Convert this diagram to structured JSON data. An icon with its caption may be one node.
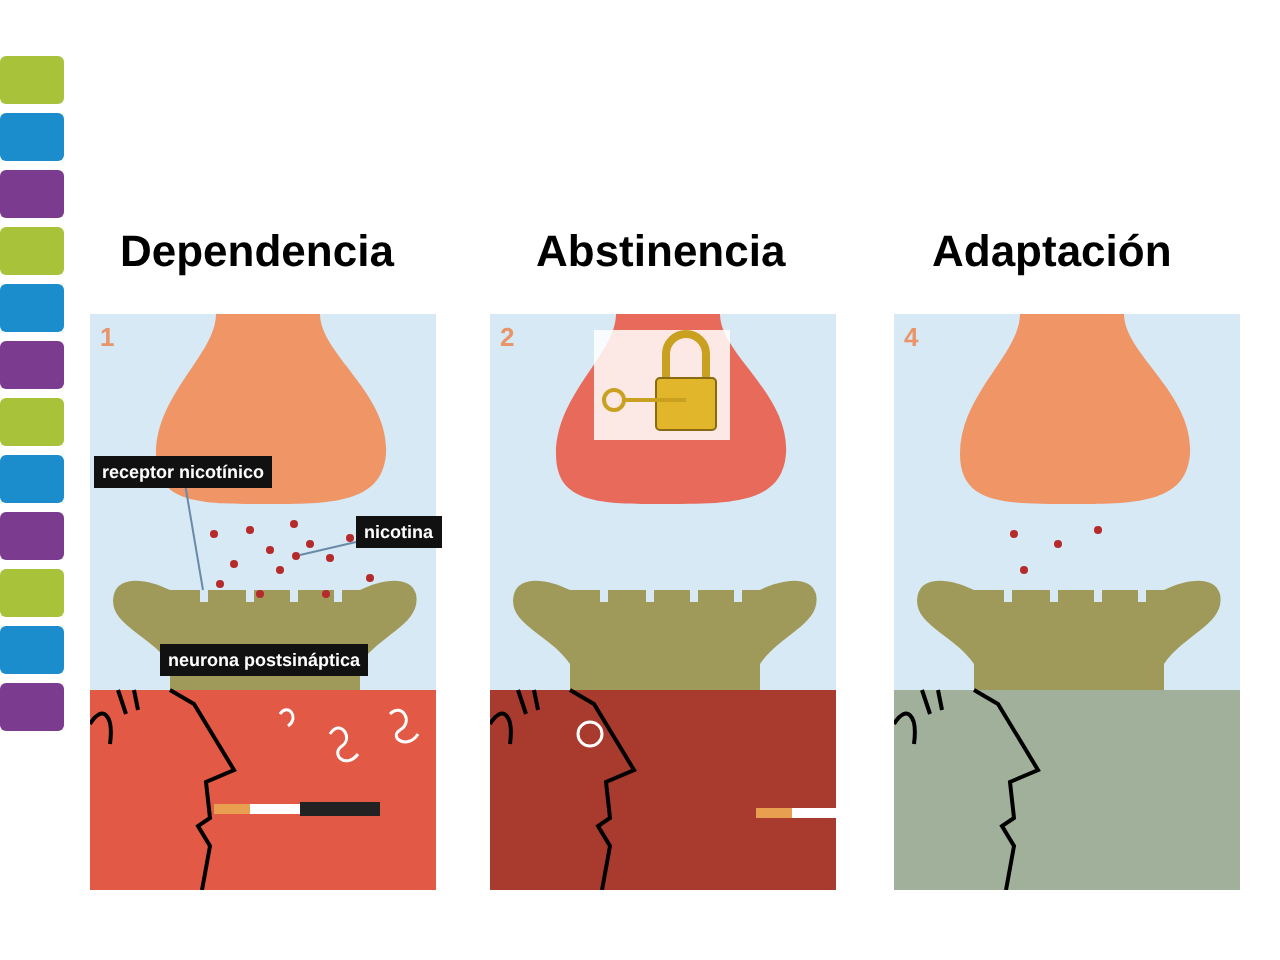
{
  "diagram": {
    "nodes": [
      {
        "text": [
          "receptor nicotínico"
        ]
      },
      {
        "text": [],
        "shape": "box"
      },
      {
        "text": [
          "nicotina"
        ]
      },
      {
        "text": [],
        "shape": "circle"
      },
      {
        "text": [
          "neurona postsináptica"
        ]
      }
    ],
    "edges": [
      {
        "from": 0,
        "to": 1,
        "arrow": "none"
      },
      {
        "from": 2,
        "to": 3,
        "arrow": "none"
      }
    ],
    "labels": [
      "Dependencia",
      "Abstinencia",
      "Adaptación",
      "1",
      "2",
      "4"
    ]
  }
}
